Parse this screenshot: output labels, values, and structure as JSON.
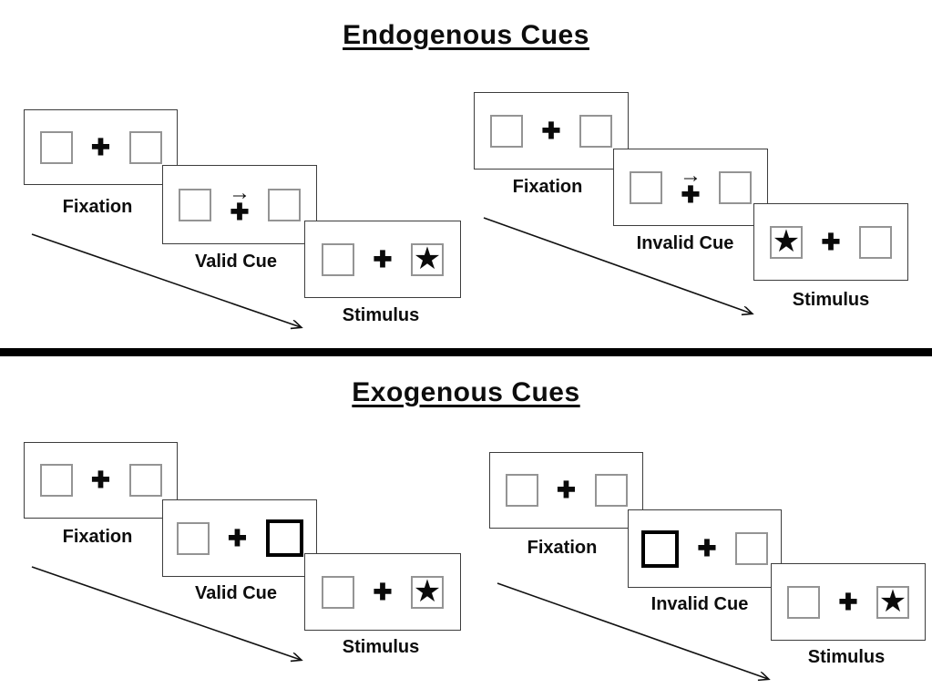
{
  "glyphs": {
    "plus": "✚",
    "star": "★",
    "cue_arrow": "→"
  },
  "colors": {
    "panel_border": "#3d3d3d",
    "square_border": "#949494",
    "bold_cue_border": "#000000",
    "divider": "#000000",
    "text": "#0d0d0d"
  },
  "sections": [
    {
      "title": "Endogenous Cues",
      "groups": [
        {
          "name": "valid",
          "panels": [
            {
              "label": "Fixation"
            },
            {
              "label": "Valid Cue"
            },
            {
              "label": "Stimulus"
            }
          ]
        },
        {
          "name": "invalid",
          "panels": [
            {
              "label": "Fixation"
            },
            {
              "label": "Invalid Cue"
            },
            {
              "label": "Stimulus"
            }
          ]
        }
      ]
    },
    {
      "title": "Exogenous Cues",
      "groups": [
        {
          "name": "valid",
          "panels": [
            {
              "label": "Fixation"
            },
            {
              "label": "Valid Cue"
            },
            {
              "label": "Stimulus"
            }
          ]
        },
        {
          "name": "invalid",
          "panels": [
            {
              "label": "Fixation"
            },
            {
              "label": "Invalid Cue"
            },
            {
              "label": "Stimulus"
            }
          ]
        }
      ]
    }
  ]
}
